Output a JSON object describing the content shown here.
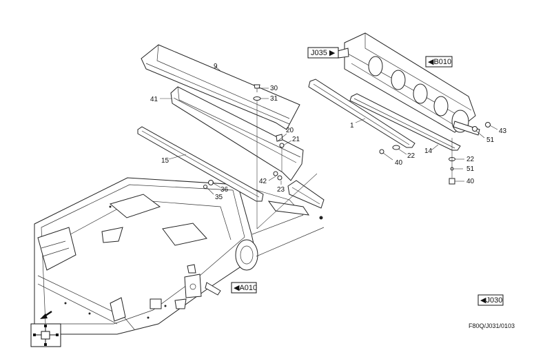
{
  "labels": {
    "l9": "9",
    "l41": "41",
    "l15": "15",
    "l30": "30",
    "l31": "31",
    "l20": "20",
    "l21": "21",
    "l42": "42",
    "l23": "23",
    "l36": "36",
    "l35": "35",
    "l1": "1",
    "l22a": "22",
    "l40a": "40",
    "l14": "14",
    "l43": "43",
    "l51a": "51",
    "l22b": "22",
    "l51b": "51",
    "l40b": "40"
  },
  "refs": {
    "j035": "J035 ▶",
    "b010": "◀B010",
    "a010": "◀A010",
    "j030": "◀J030"
  },
  "drawing_code": "F80Q/J031/0103"
}
